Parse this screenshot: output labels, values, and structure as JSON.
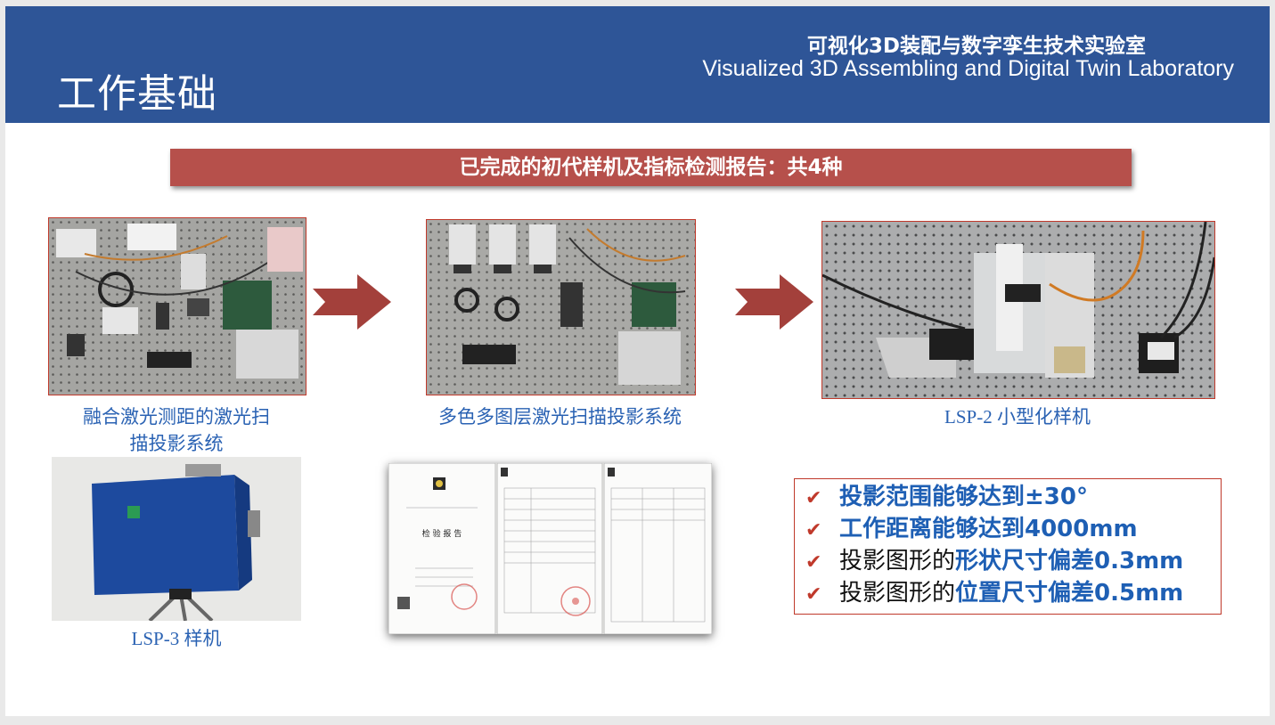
{
  "header": {
    "title": "工作基础",
    "lab_name_cn": "可视化3D装配与数字孪生技术实验室",
    "lab_name_en": "Visualized 3D Assembling and Digital Twin Laboratory"
  },
  "banner": {
    "text": "已完成的初代样机及指标检测报告：共4种"
  },
  "prototypes": [
    {
      "caption_line1": "融合激光测距的激光扫",
      "caption_line2": "描投影系统"
    },
    {
      "caption": "多色多图层激光扫描投影系统"
    },
    {
      "caption": "LSP-2 小型化样机"
    },
    {
      "caption": "LSP-3 样机"
    }
  ],
  "report": {
    "cover_title": "检 验 报 告"
  },
  "specs": [
    {
      "plain": "",
      "highlight": "投影范围能够达到±30°"
    },
    {
      "plain": "",
      "highlight": "工作距离能够达到4000mm"
    },
    {
      "plain": "投影图形的",
      "highlight": "形状尺寸偏差0.3mm"
    },
    {
      "plain": "投影图形的",
      "highlight": "位置尺寸偏差0.5mm"
    }
  ],
  "colors": {
    "header_bg": "#2e5597",
    "banner_bg": "#b6504b",
    "caption_blue": "#2a62b3",
    "highlight_blue": "#1e5fb4",
    "check_red": "#c0392b"
  }
}
